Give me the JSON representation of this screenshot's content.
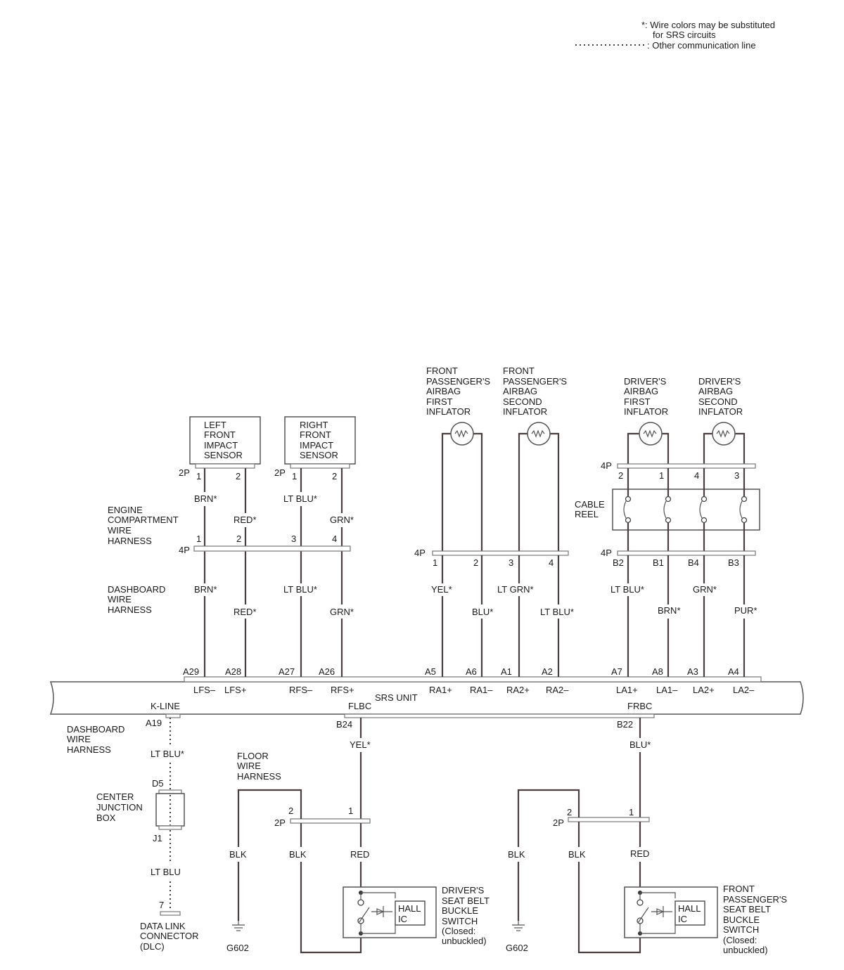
{
  "legend": {
    "note_line1": "*:  Wire colors may be substituted",
    "note_line2": "for SRS circuits",
    "other_line": ": Other communication line"
  },
  "srs_unit": {
    "label": "SRS UNIT",
    "pins_top": [
      "A29",
      "A28",
      "A27",
      "A26",
      "A5",
      "A6",
      "A1",
      "A2",
      "A7",
      "A8",
      "A3",
      "A4"
    ],
    "signals_top": [
      "LFS–",
      "LFS+",
      "RFS–",
      "RFS+",
      "RA1+",
      "RA1–",
      "RA2+",
      "RA2–",
      "LA1+",
      "LA1–",
      "LA2+",
      "LA2–"
    ],
    "k_line": "K-LINE",
    "flbc": "FLBC",
    "frbc": "FRBC",
    "pin_a19": "A19",
    "pin_b24": "B24",
    "pin_b22": "B22"
  },
  "impact_sensors": {
    "left": [
      "LEFT",
      "FRONT",
      "IMPACT",
      "SENSOR"
    ],
    "right": [
      "RIGHT",
      "FRONT",
      "IMPACT",
      "SENSOR"
    ],
    "conn_2p": "2P",
    "pin1": "1",
    "pin2": "2",
    "left_wires": [
      "BRN*",
      "RED*"
    ],
    "right_wires": [
      "LT BLU*",
      "GRN*"
    ]
  },
  "harnesses": {
    "engine": [
      "ENGINE",
      "COMPARTMENT",
      "WIRE",
      "HARNESS"
    ],
    "dashboard": [
      "DASHBOARD",
      "WIRE",
      "HARNESS"
    ],
    "dashboard_lower": [
      "DASHBOARD",
      "WIRE",
      "HARNESS"
    ],
    "floor": [
      "FLOOR",
      "WIRE",
      "HARNESS"
    ]
  },
  "engine_4p": {
    "label": "4P",
    "pins": [
      "1",
      "2",
      "3",
      "4"
    ]
  },
  "dash_wires_left": [
    "BRN*",
    "RED*",
    "LT BLU*",
    "GRN*"
  ],
  "passenger_airbag": {
    "first": [
      "FRONT",
      "PASSENGER'S",
      "AIRBAG",
      "FIRST",
      "INFLATOR"
    ],
    "second": [
      "FRONT",
      "PASSENGER'S",
      "AIRBAG",
      "SECOND",
      "INFLATOR"
    ],
    "conn_label": "4P",
    "pins": [
      "1",
      "2",
      "3",
      "4"
    ],
    "wires": [
      "YEL*",
      "BLU*",
      "LT GRN*",
      "LT BLU*"
    ]
  },
  "driver_airbag": {
    "first": [
      "DRIVER'S",
      "AIRBAG",
      "FIRST",
      "INFLATOR"
    ],
    "second": [
      "DRIVER'S",
      "AIRBAG",
      "SECOND",
      "INFLATOR"
    ],
    "conn_top_label": "4P",
    "pins_top": [
      "2",
      "1",
      "4",
      "3"
    ],
    "cable_reel": [
      "CABLE",
      "REEL"
    ],
    "conn_bottom_label": "4P",
    "pins_bottom": [
      "B2",
      "B1",
      "B4",
      "B3"
    ],
    "wires": [
      "LT BLU*",
      "BRN*",
      "GRN*",
      "PUR*"
    ]
  },
  "k_line_branch": {
    "wire1": "LT BLU*",
    "pin_d5": "D5",
    "junction": [
      "CENTER",
      "JUNCTION",
      "BOX"
    ],
    "pin_j1": "J1",
    "wire2": "LT BLU",
    "pin7": "7",
    "dlc": [
      "DATA LINK",
      "CONNECTOR",
      "(DLC)"
    ]
  },
  "driver_buckle": {
    "wire_in": "YEL*",
    "conn_label": "2P",
    "pin2": "2",
    "pin1": "1",
    "wire_ground": "BLK",
    "wire_blk": "BLK",
    "wire_red": "RED",
    "ground": "G602",
    "hall": [
      "HALL",
      "IC"
    ],
    "title": [
      "DRIVER'S",
      "SEAT BELT",
      "BUCKLE",
      "SWITCH",
      "(Closed:",
      "unbuckled)"
    ]
  },
  "passenger_buckle": {
    "wire_in": "BLU*",
    "conn_label": "2P",
    "pin2": "2",
    "pin1": "1",
    "wire_ground": "BLK",
    "wire_blk": "BLK",
    "wire_red": "RED",
    "ground": "G602",
    "hall": [
      "HALL",
      "IC"
    ],
    "title": [
      "FRONT",
      "PASSENGER'S",
      "SEAT BELT",
      "BUCKLE",
      "SWITCH",
      "(Closed:",
      "unbuckled)"
    ]
  }
}
